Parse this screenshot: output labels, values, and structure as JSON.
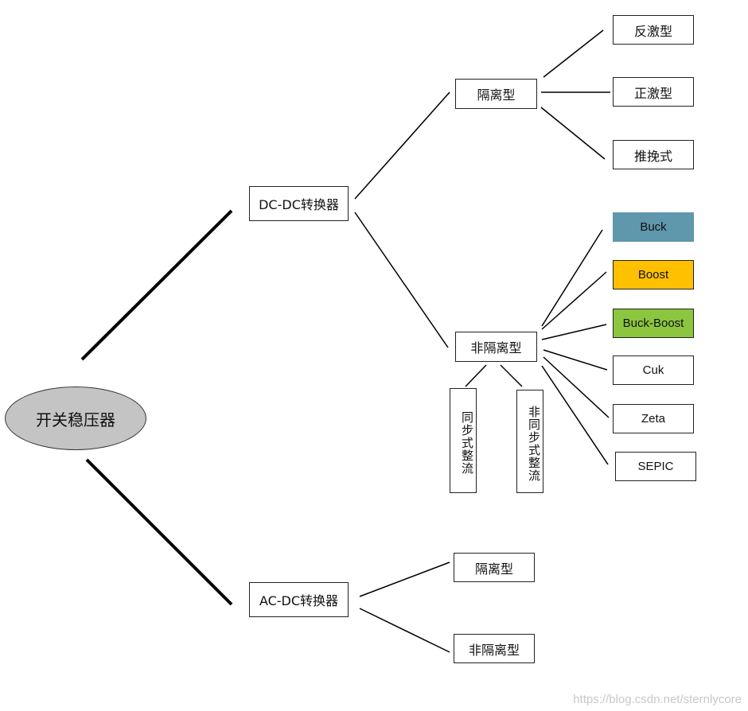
{
  "root": {
    "label": "开关稳压器"
  },
  "dcdc": {
    "label": "DC-DC转换器",
    "isolated": {
      "label": "隔离型",
      "children": [
        "反激型",
        "正激型",
        "推挽式"
      ]
    },
    "nonisolated": {
      "label": "非隔离型",
      "rectifiers": [
        "同步式整流",
        "非同步式整流"
      ],
      "topologies": [
        {
          "label": "Buck",
          "color": "#5f97ad"
        },
        {
          "label": "Boost",
          "color": "#ffc000"
        },
        {
          "label": "Buck-Boost",
          "color": "#8cc63f"
        },
        {
          "label": "Cuk",
          "color": "#ffffff"
        },
        {
          "label": "Zeta",
          "color": "#ffffff"
        },
        {
          "label": "SEPIC",
          "color": "#ffffff"
        }
      ]
    }
  },
  "acdc": {
    "label": "AC-DC转换器",
    "children": [
      "隔离型",
      "非隔离型"
    ]
  },
  "watermark": "https://blog.csdn.net/sternlycore"
}
